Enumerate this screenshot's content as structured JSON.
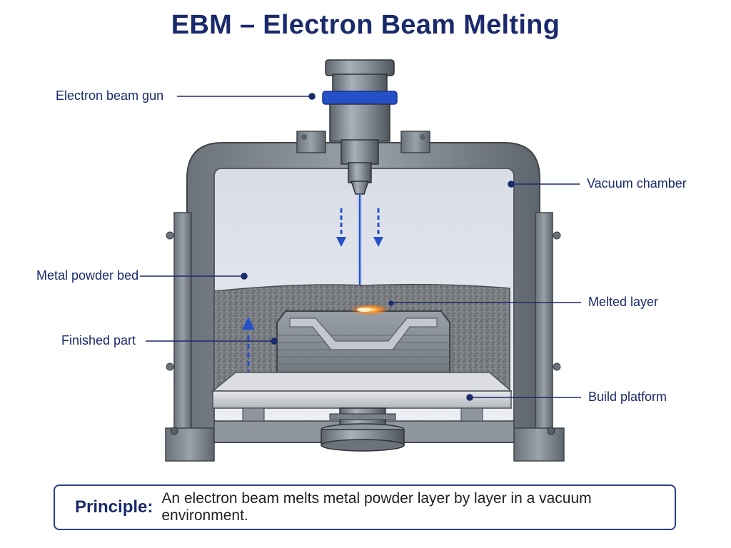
{
  "title": "EBM – Electron Beam Melting",
  "callouts": {
    "gun": "Electron beam gun",
    "vacuum": "Vacuum chamber",
    "powder": "Metal powder bed",
    "melted": "Melted layer",
    "part": "Finished part",
    "platform": "Build platform"
  },
  "principle": {
    "label": "Principle:",
    "text": "An electron beam melts metal powder layer by layer in a vacuum environment."
  },
  "colors": {
    "title": "#1a2a6c",
    "accent_blue": "#2450c8",
    "steel": "#7d8590",
    "chamber_interior": "#e4e6ee",
    "melt_glow": "#ff8a2a"
  }
}
